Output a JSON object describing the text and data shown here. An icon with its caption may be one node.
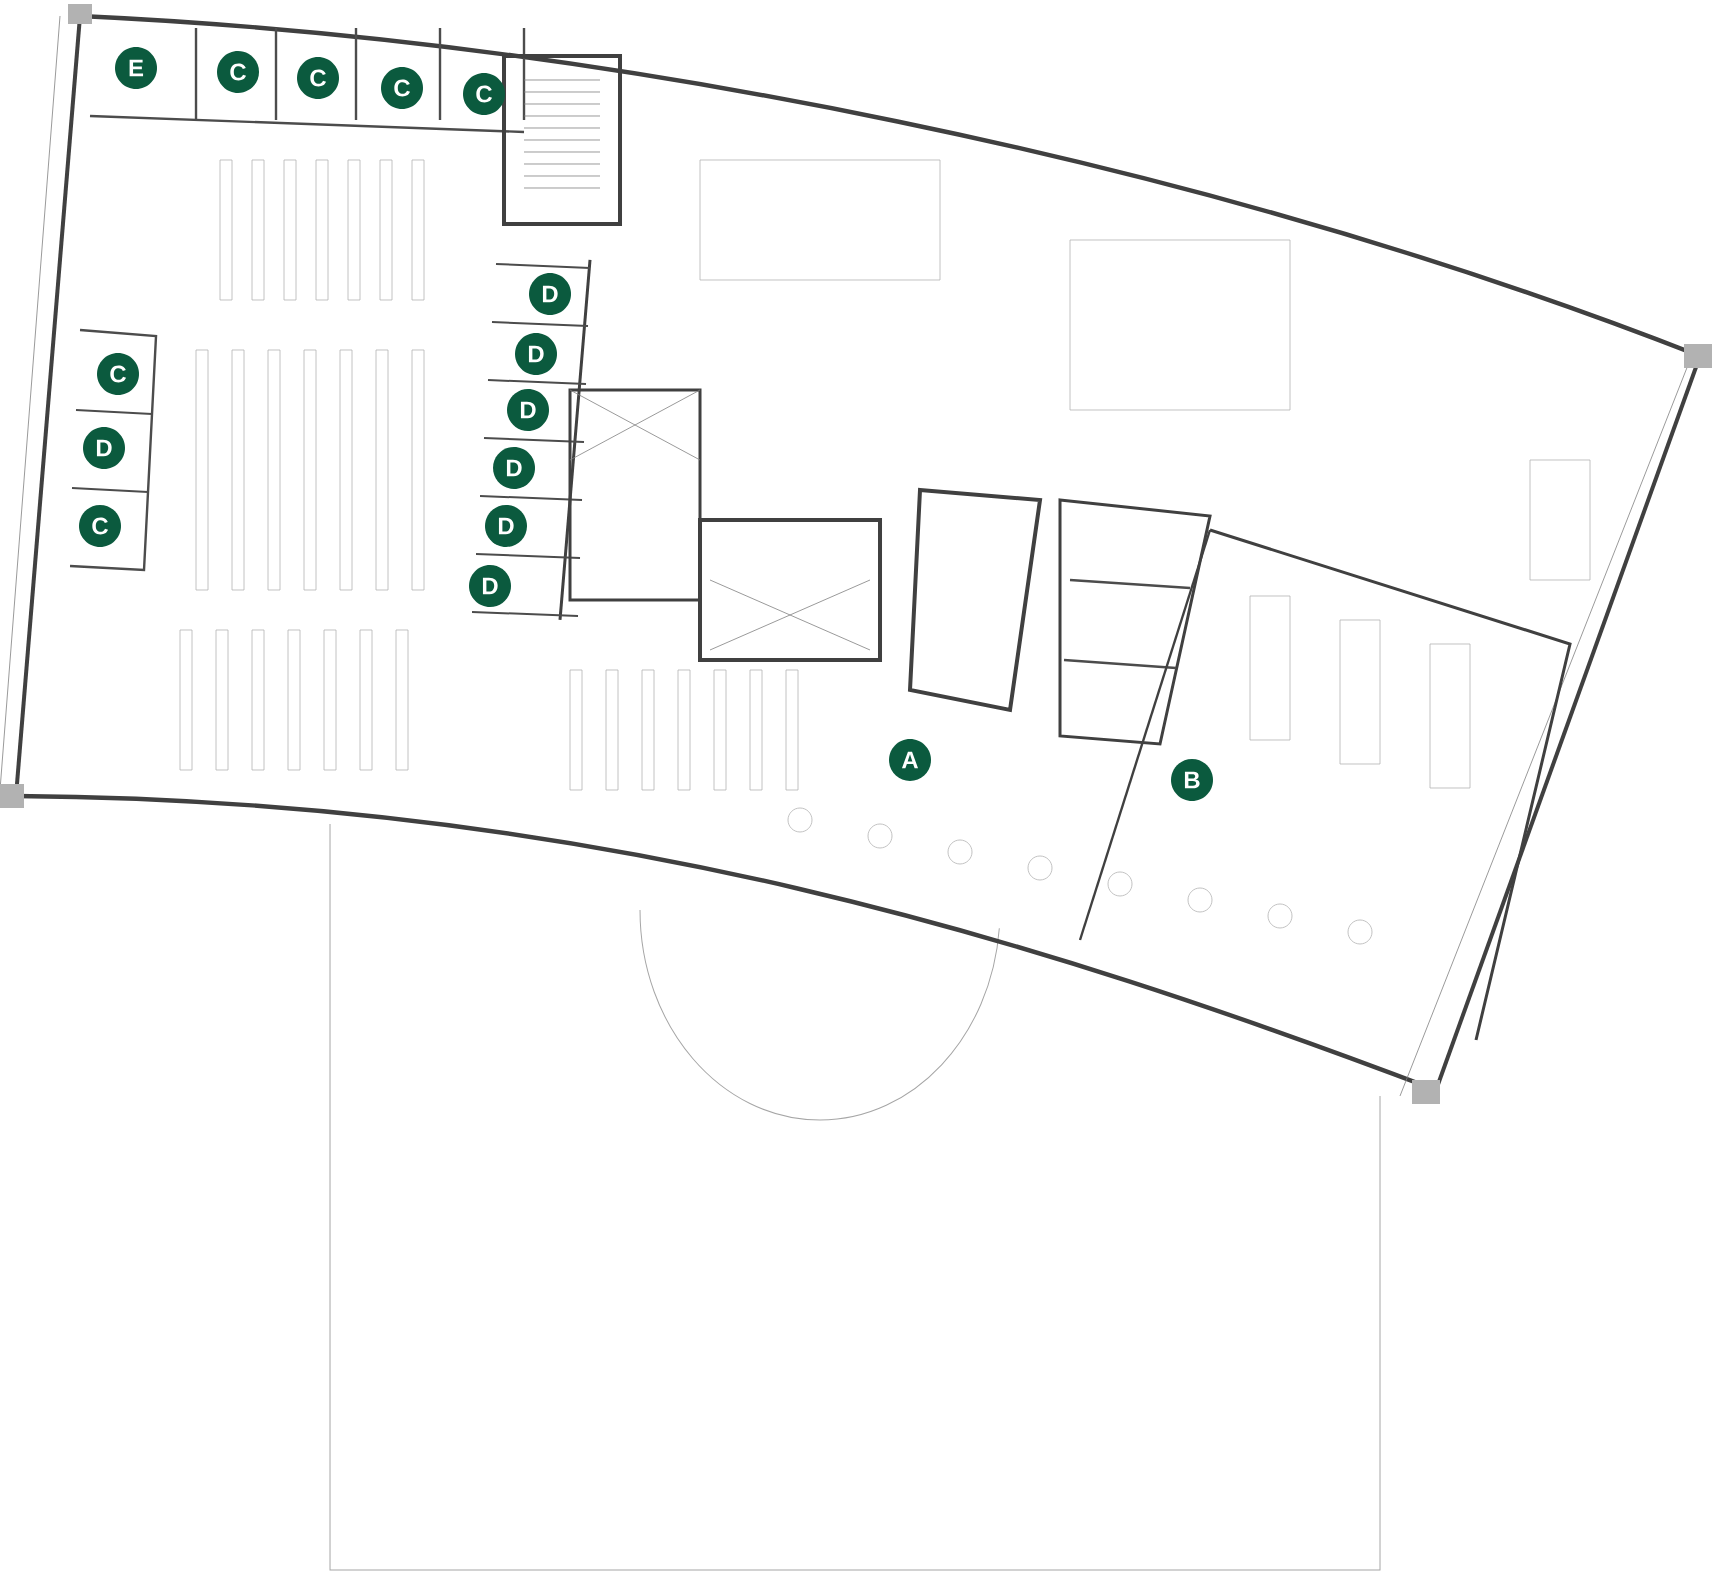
{
  "diagram": {
    "labels": [
      "E",
      "C",
      "C",
      "C",
      "C",
      "D",
      "D",
      "C",
      "D",
      "D",
      "D",
      "C",
      "D",
      "D",
      "A",
      "B"
    ]
  }
}
